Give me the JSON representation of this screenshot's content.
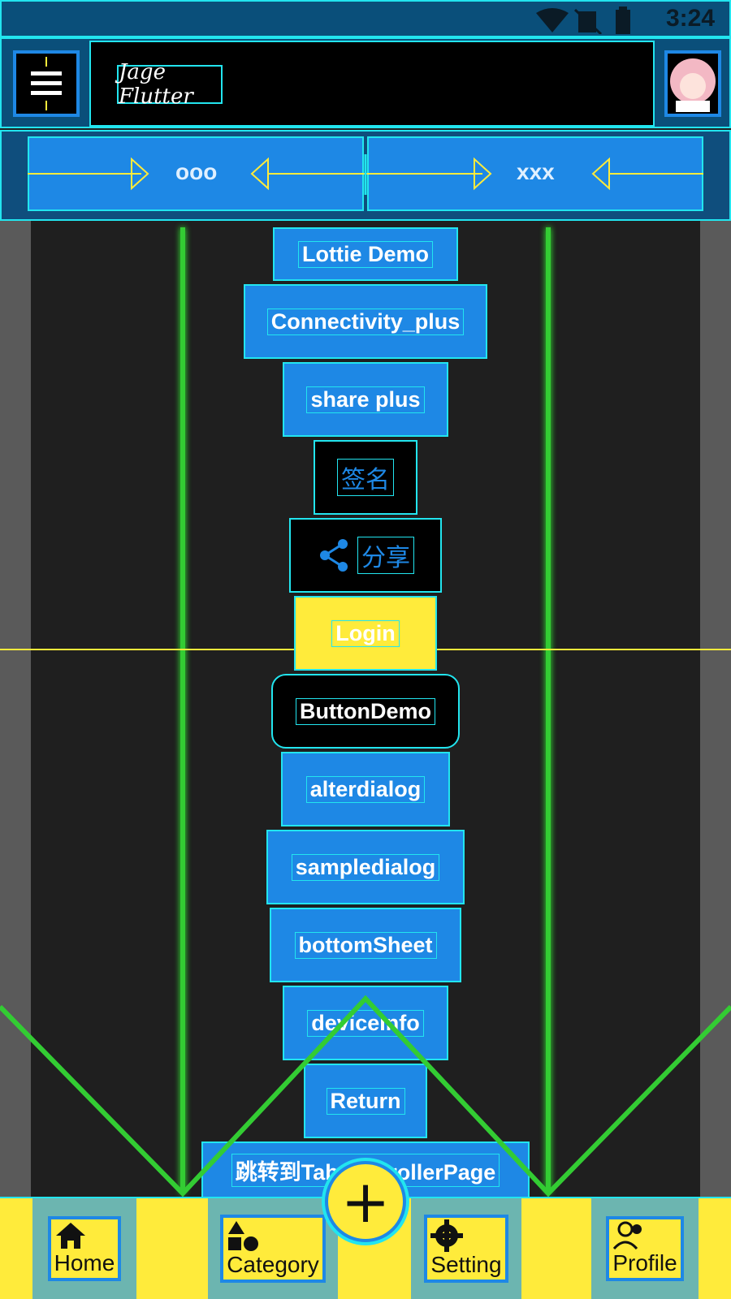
{
  "status_bar": {
    "time": "3:24"
  },
  "app_bar": {
    "logo_text": "Jage Flutter"
  },
  "tabs": [
    {
      "label": "ooo"
    },
    {
      "label": "xxx"
    }
  ],
  "buttons": [
    {
      "label": "Lottie Demo"
    },
    {
      "label": "Connectivity_plus"
    },
    {
      "label": "share plus"
    },
    {
      "label": "签名"
    },
    {
      "label": "分享"
    },
    {
      "label": "Login"
    },
    {
      "label": "ButtonDemo"
    },
    {
      "label": "alterdialog"
    },
    {
      "label": "sampledialog"
    },
    {
      "label": "bottomSheet"
    },
    {
      "label": "deviceInfo"
    },
    {
      "label": "Return"
    },
    {
      "label": "跳转到TabControllerPage"
    }
  ],
  "bottom_nav": [
    {
      "label": "Home",
      "icon": "home-icon"
    },
    {
      "label": "Category",
      "icon": "category-icon"
    },
    {
      "label": "Setting",
      "icon": "gear-icon"
    },
    {
      "label": "Profile",
      "icon": "people-icon"
    }
  ],
  "fab": {
    "symbol": "+"
  },
  "colors": {
    "accent": "#1e88e5",
    "guide": "#22e5ef",
    "highlight": "#ffeb3b",
    "green": "#33cc33"
  }
}
